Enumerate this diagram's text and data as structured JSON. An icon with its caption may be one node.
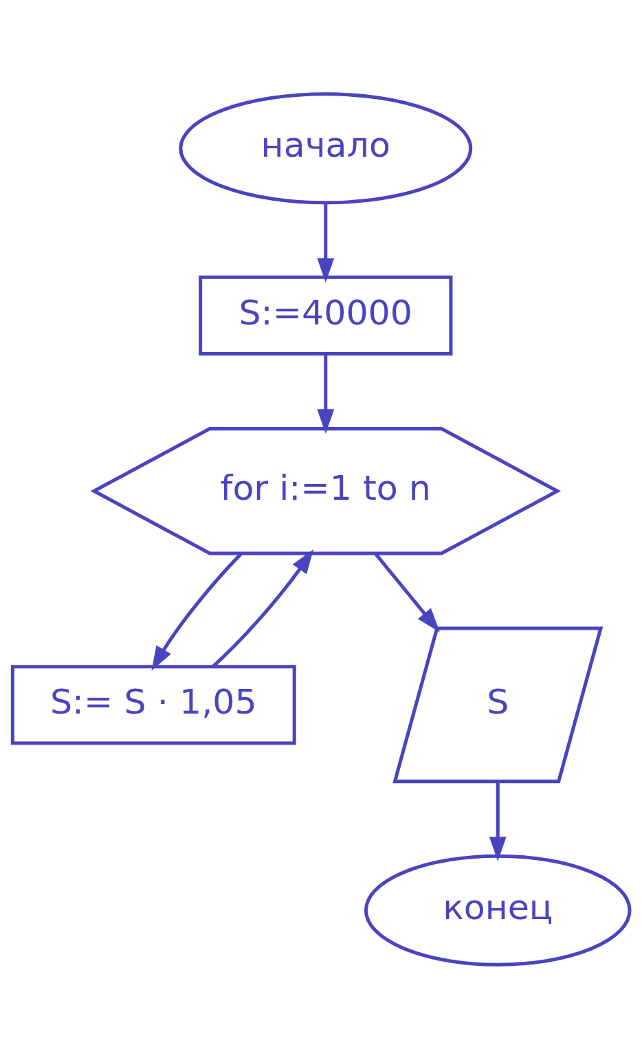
{
  "diagram": {
    "nodes": [
      {
        "text": [
          "начало"
        ]
      },
      {
        "text": [
          "S:=40000"
        ]
      },
      {
        "text": [
          "for i:=1 to n"
        ]
      },
      {
        "text": [
          "S:= S · 1,05"
        ]
      },
      {
        "text": [
          "S"
        ]
      },
      {
        "text": [
          "конец"
        ]
      }
    ],
    "edges": [
      {
        "from": 0,
        "to": 1,
        "arrow": "to"
      },
      {
        "from": 1,
        "to": 2,
        "arrow": "to"
      },
      {
        "from": 2,
        "to": 3,
        "arrow": "to"
      },
      {
        "from": 3,
        "to": 2,
        "arrow": "to"
      },
      {
        "from": 2,
        "to": 4,
        "arrow": "to"
      },
      {
        "from": 4,
        "to": 5,
        "arrow": "to"
      }
    ]
  }
}
